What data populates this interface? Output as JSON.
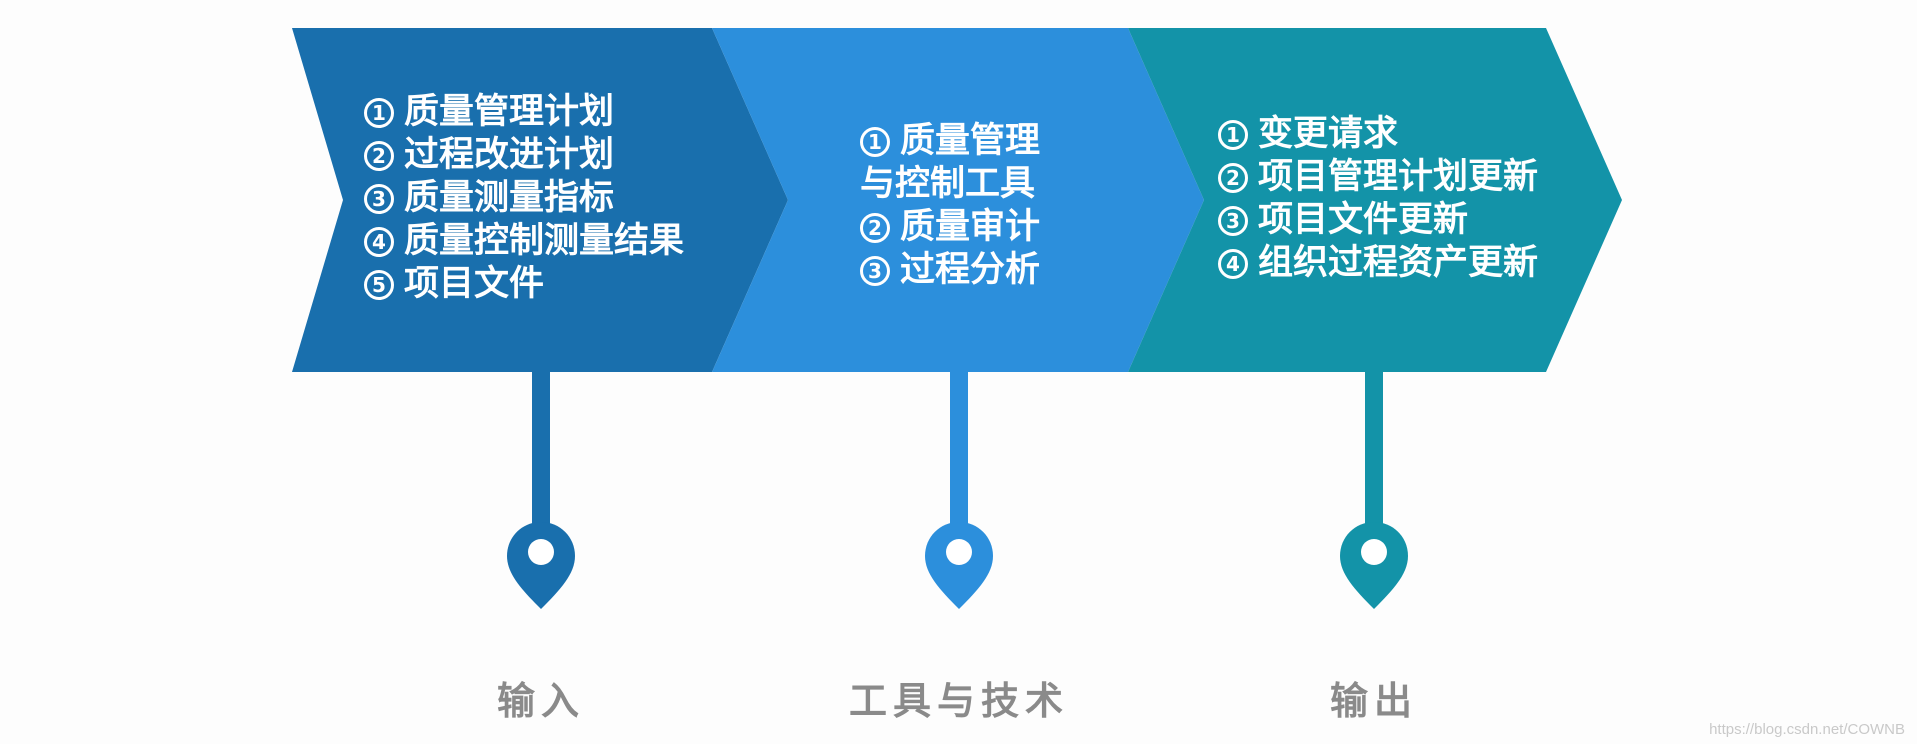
{
  "stages": [
    {
      "id": "input",
      "color": "#196fad",
      "label": "输入",
      "items": [
        {
          "num": "1",
          "text": "质量管理计划"
        },
        {
          "num": "2",
          "text": "过程改进计划"
        },
        {
          "num": "3",
          "text": "质量测量指标"
        },
        {
          "num": "4",
          "text": "质量控制测量结果"
        },
        {
          "num": "5",
          "text": "项目文件"
        }
      ]
    },
    {
      "id": "tools",
      "color": "#2c8fdc",
      "label": "工具与技术",
      "items": [
        {
          "num": "1",
          "text": "质量管理与控制工具"
        },
        {
          "num": "2",
          "text": "质量审计"
        },
        {
          "num": "3",
          "text": "过程分析"
        }
      ]
    },
    {
      "id": "output",
      "color": "#1393a8",
      "label": "输出",
      "items": [
        {
          "num": "1",
          "text": "变更请求"
        },
        {
          "num": "2",
          "text": "项目管理计划更新"
        },
        {
          "num": "3",
          "text": "项目文件更新"
        },
        {
          "num": "4",
          "text": "组织过程资产更新"
        }
      ]
    }
  ],
  "watermark": "https://blog.csdn.net/COWNB"
}
